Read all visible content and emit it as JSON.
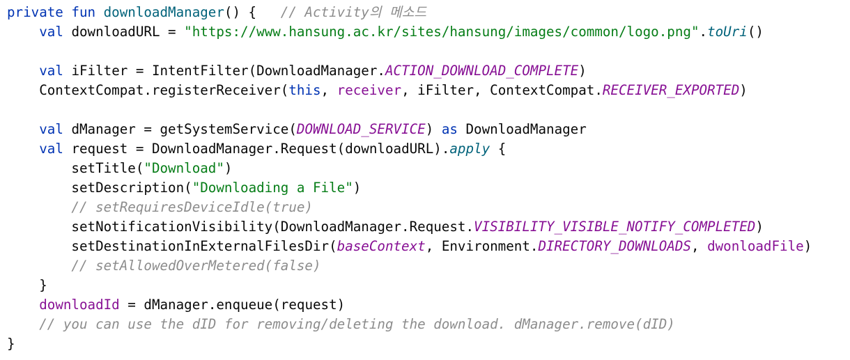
{
  "lines": [
    [
      {
        "t": "private fun ",
        "k": "kw"
      },
      {
        "t": "downloadManager",
        "k": "fn"
      },
      {
        "t": "() {   ",
        "k": "txt"
      },
      {
        "t": "// Activity의 메소드",
        "k": "cmt"
      }
    ],
    [
      {
        "t": "    ",
        "k": "txt"
      },
      {
        "t": "val ",
        "k": "kw"
      },
      {
        "t": "downloadURL = ",
        "k": "txt"
      },
      {
        "t": "\"https://www.hansung.ac.kr/sites/hansung/images/common/logo.png\"",
        "k": "str"
      },
      {
        "t": ".",
        "k": "txt"
      },
      {
        "t": "toUri",
        "k": "ext"
      },
      {
        "t": "()",
        "k": "txt"
      }
    ],
    [],
    [
      {
        "t": "    ",
        "k": "txt"
      },
      {
        "t": "val ",
        "k": "kw"
      },
      {
        "t": "iFilter = IntentFilter(DownloadManager.",
        "k": "txt"
      },
      {
        "t": "ACTION_DOWNLOAD_COMPLETE",
        "k": "const"
      },
      {
        "t": ")",
        "k": "txt"
      }
    ],
    [
      {
        "t": "    ContextCompat.registerReceiver(",
        "k": "txt"
      },
      {
        "t": "this",
        "k": "kw"
      },
      {
        "t": ", ",
        "k": "txt"
      },
      {
        "t": "receiver",
        "k": "prop"
      },
      {
        "t": ", iFilter, ContextCompat.",
        "k": "txt"
      },
      {
        "t": "RECEIVER_EXPORTED",
        "k": "const"
      },
      {
        "t": ")",
        "k": "txt"
      }
    ],
    [],
    [
      {
        "t": "    ",
        "k": "txt"
      },
      {
        "t": "val ",
        "k": "kw"
      },
      {
        "t": "dManager = getSystemService(",
        "k": "txt"
      },
      {
        "t": "DOWNLOAD_SERVICE",
        "k": "const"
      },
      {
        "t": ") ",
        "k": "txt"
      },
      {
        "t": "as ",
        "k": "kw"
      },
      {
        "t": "DownloadManager",
        "k": "txt"
      }
    ],
    [
      {
        "t": "    ",
        "k": "txt"
      },
      {
        "t": "val ",
        "k": "kw"
      },
      {
        "t": "request = DownloadManager.Request(downloadURL).",
        "k": "txt"
      },
      {
        "t": "apply",
        "k": "ext"
      },
      {
        "t": " {",
        "k": "txt"
      }
    ],
    [
      {
        "t": "        setTitle(",
        "k": "txt"
      },
      {
        "t": "\"Download\"",
        "k": "str"
      },
      {
        "t": ")",
        "k": "txt"
      }
    ],
    [
      {
        "t": "        setDescription(",
        "k": "txt"
      },
      {
        "t": "\"Downloading a File\"",
        "k": "str"
      },
      {
        "t": ")",
        "k": "txt"
      }
    ],
    [
      {
        "t": "        ",
        "k": "txt"
      },
      {
        "t": "// setRequiresDeviceIdle(true)",
        "k": "cmt"
      }
    ],
    [
      {
        "t": "        setNotificationVisibility(DownloadManager.Request.",
        "k": "txt"
      },
      {
        "t": "VISIBILITY_VISIBLE_NOTIFY_COMPLETED",
        "k": "const"
      },
      {
        "t": ")",
        "k": "txt"
      }
    ],
    [
      {
        "t": "        setDestinationInExternalFilesDir(",
        "k": "txt"
      },
      {
        "t": "baseContext",
        "k": "const"
      },
      {
        "t": ", Environment.",
        "k": "txt"
      },
      {
        "t": "DIRECTORY_DOWNLOADS",
        "k": "const"
      },
      {
        "t": ", ",
        "k": "txt"
      },
      {
        "t": "dwonloadFile",
        "k": "prop"
      },
      {
        "t": ")",
        "k": "txt"
      }
    ],
    [
      {
        "t": "        ",
        "k": "txt"
      },
      {
        "t": "// setAllowedOverMetered(false)",
        "k": "cmt"
      }
    ],
    [
      {
        "t": "    }",
        "k": "txt"
      }
    ],
    [
      {
        "t": "    ",
        "k": "txt"
      },
      {
        "t": "downloadId",
        "k": "prop"
      },
      {
        "t": " = dManager.enqueue(request)",
        "k": "txt"
      }
    ],
    [
      {
        "t": "    ",
        "k": "txt"
      },
      {
        "t": "// you can use the dID for removing/deleting the download. dManager.remove(dID)",
        "k": "cmt"
      }
    ],
    [
      {
        "t": "}",
        "k": "txt"
      }
    ]
  ]
}
